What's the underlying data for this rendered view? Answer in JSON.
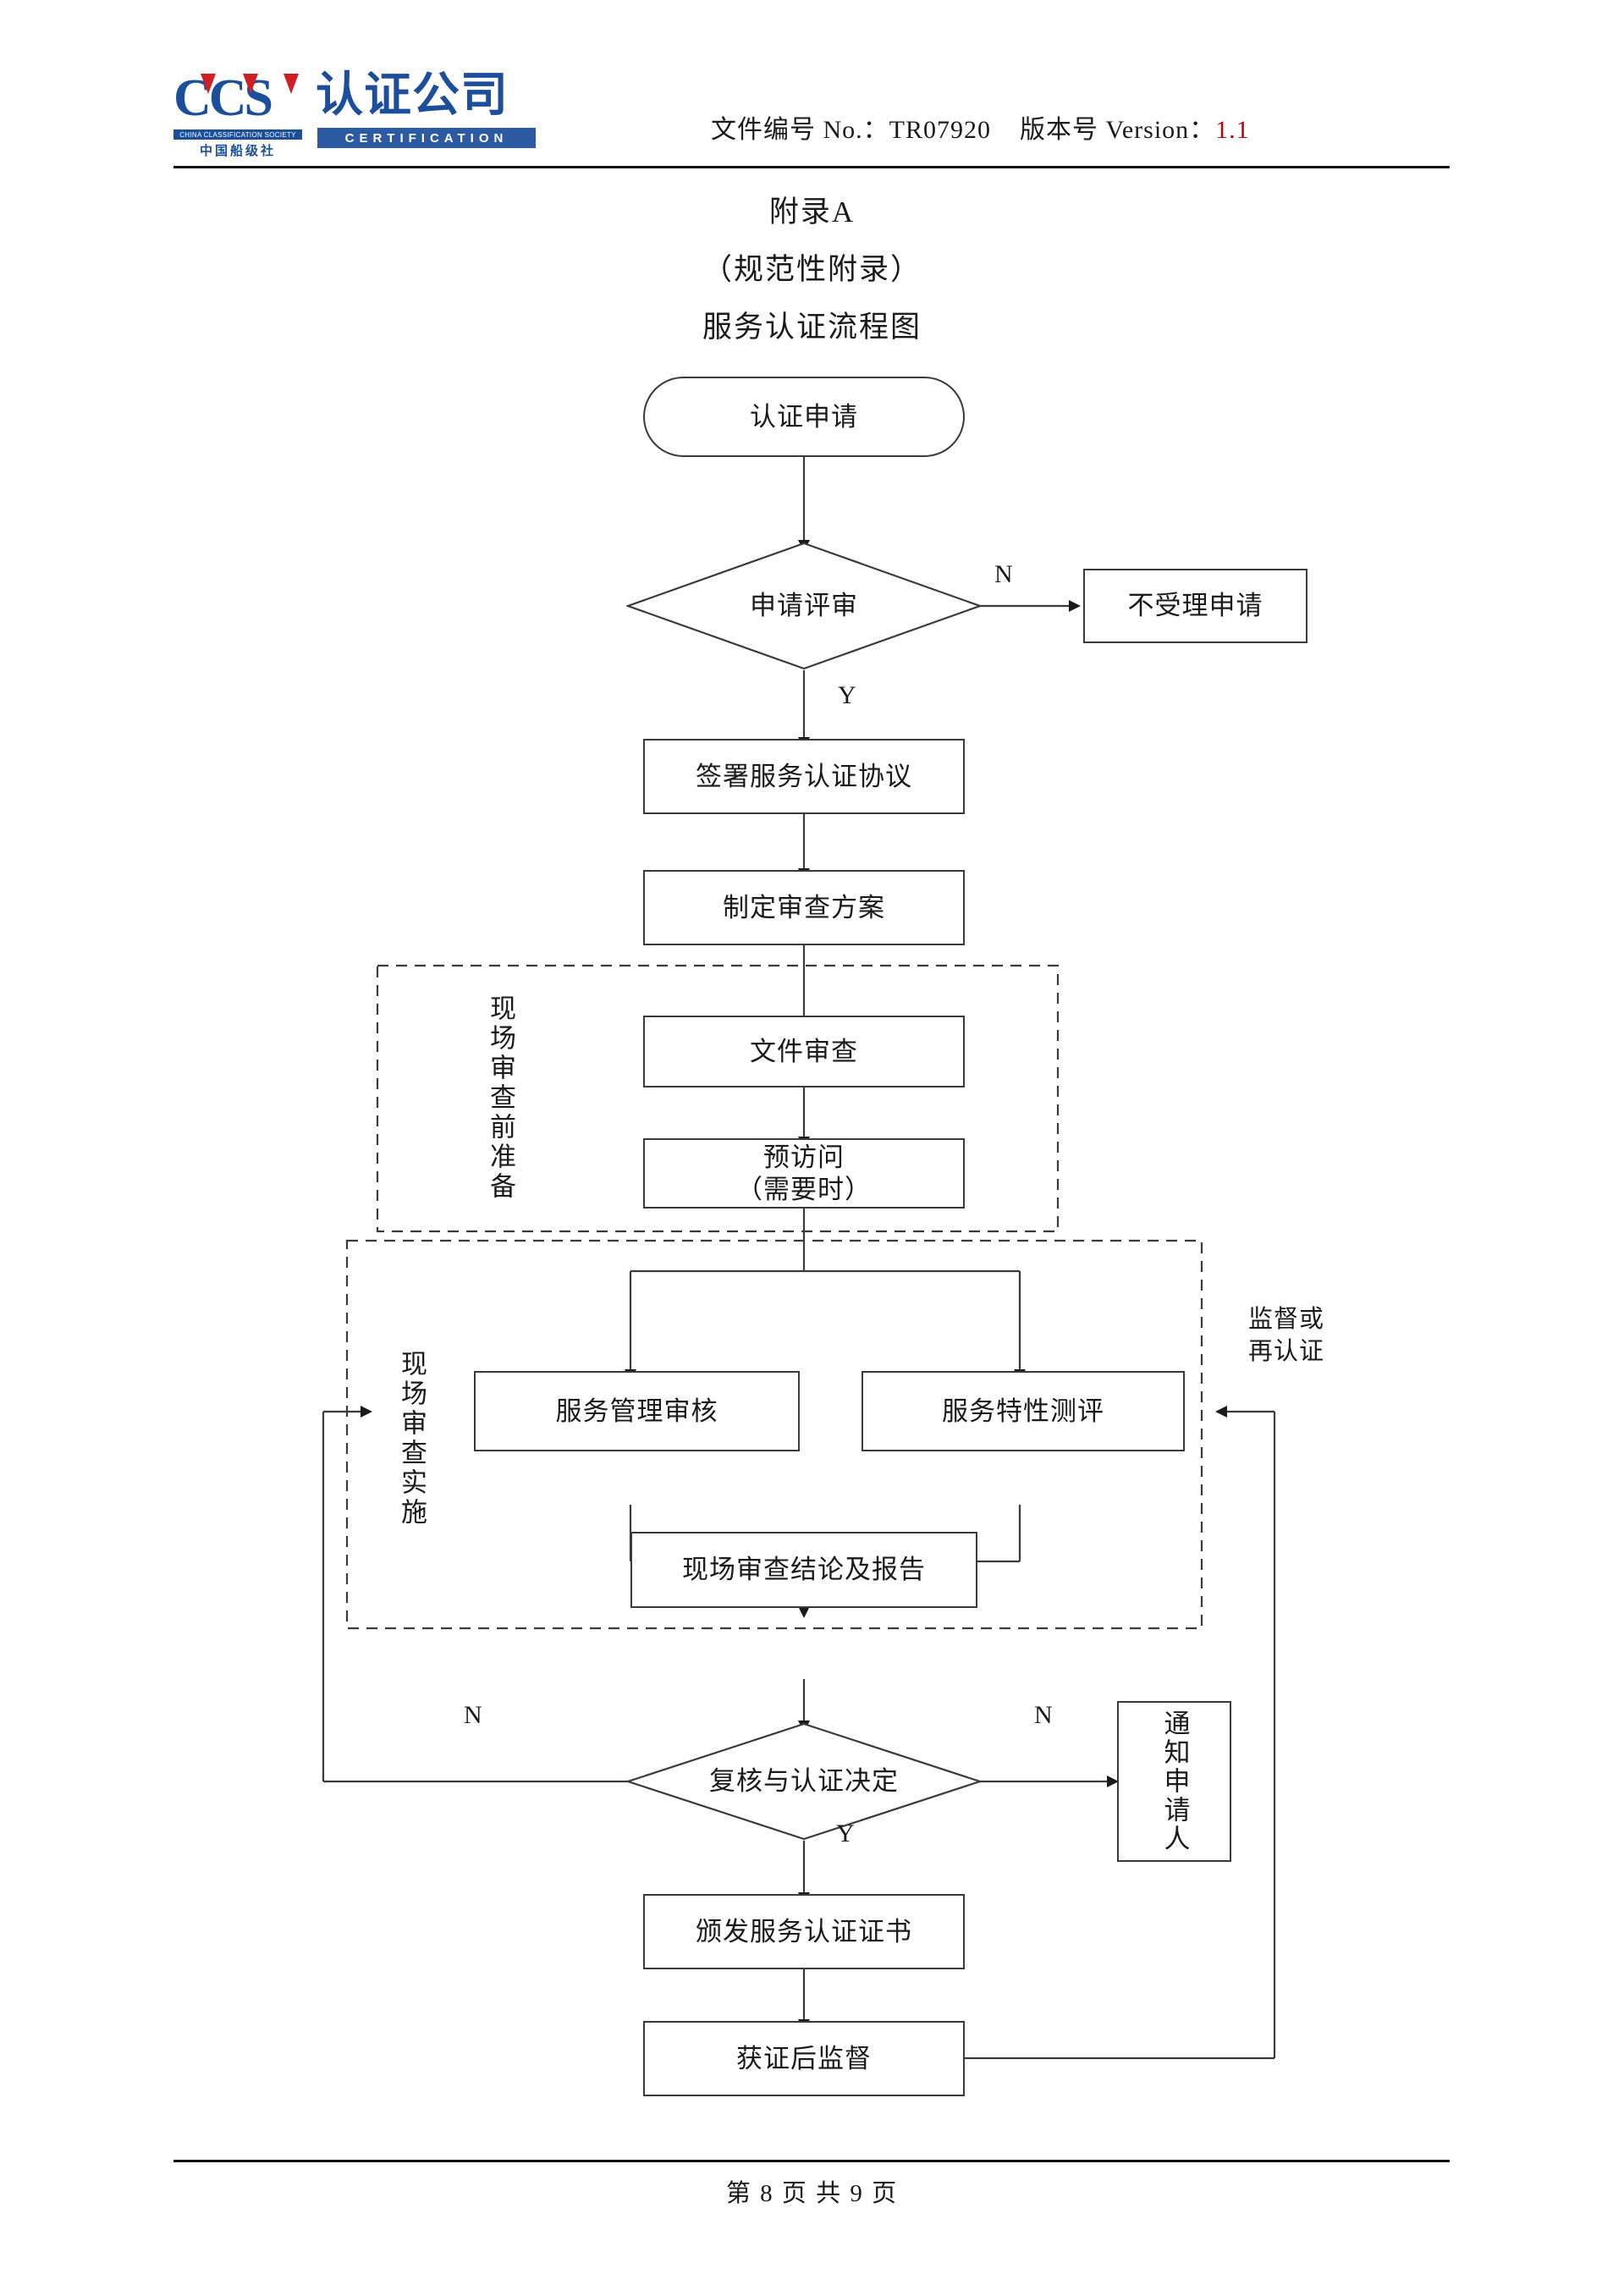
{
  "header": {
    "logo": {
      "mark": "CCS",
      "sub_en": "CHINA CLASSIFICATION SOCIETY",
      "sub_cn": "中国船级社",
      "name_cn": "认证公司",
      "name_en": "CERTIFICATION"
    },
    "doc_no_label": "文件编号 No.：",
    "doc_no_value": "TR07920",
    "version_label": "版本号 Version：",
    "version_value": "1.1",
    "version_color": "#c00000"
  },
  "titles": {
    "line1": "附录A",
    "line2": "（规范性附录）",
    "line3": "服务认证流程图"
  },
  "flow": {
    "nodes": {
      "application": "认证申请",
      "app_review": "申请评审",
      "reject": "不受理申请",
      "sign_agreement": "签署服务认证协议",
      "make_plan": "制定审查方案",
      "doc_review": "文件审查",
      "previsit": "预访问\n（需要时）",
      "previsit_line1": "预访问",
      "previsit_line2": "（需要时）",
      "mgmt_audit": "服务管理审核",
      "feature_eval": "服务特性测评",
      "onsite_report": "现场审查结论及报告",
      "review_decision": "复核与认证决定",
      "notify_applicant": "通知申请人",
      "issue_cert": "颁发服务认证证书",
      "post_surveillance": "获证后监督"
    },
    "zones": {
      "zone1": "现场审查前准备",
      "zone2": "现场审查实施"
    },
    "edge_labels": {
      "app_review_no": "N",
      "app_review_yes": "Y",
      "decision_no_left": "N",
      "decision_no_right": "N",
      "decision_yes": "Y"
    },
    "side_notes": {
      "resurvey_line1": "监督或",
      "resurvey_line2": "再认证"
    }
  },
  "footer": {
    "text": "第 8 页 共 9 页"
  },
  "colors": {
    "line": "#3a3a3a",
    "brand_blue": "#1b4f9c",
    "brand_red": "#cf2027",
    "accent_red": "#c00000"
  }
}
